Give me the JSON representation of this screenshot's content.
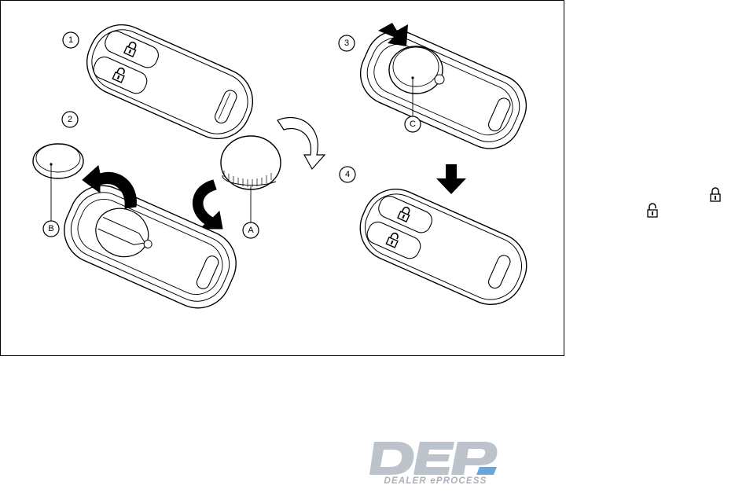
{
  "figure": {
    "steps": [
      "1",
      "2",
      "3",
      "4"
    ],
    "callouts": [
      "A",
      "B",
      "C"
    ]
  },
  "side_icons": [
    "lock-icon",
    "unlock-icon"
  ],
  "logo": {
    "name": "DEP",
    "tagline": "DEALER ePROCESS",
    "colors": {
      "primary": "#bcc3ca",
      "accent": "#6aa6d8"
    }
  }
}
